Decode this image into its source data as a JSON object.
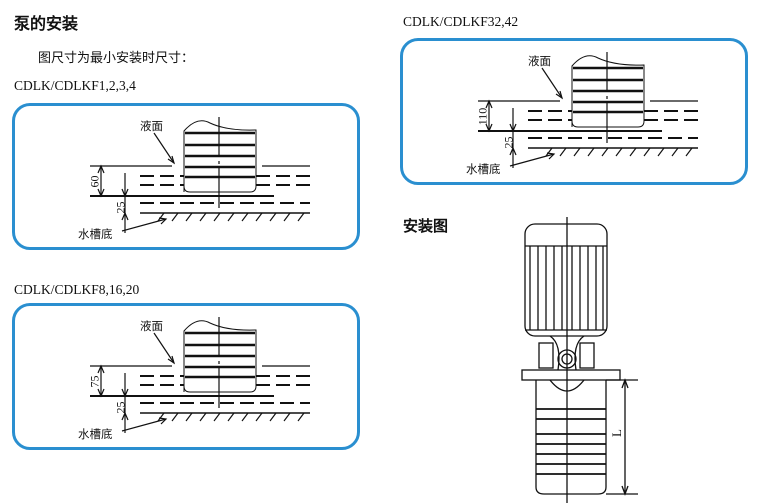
{
  "section_title": "泵的安装",
  "note": "图尺寸为最小安装时尺寸：",
  "panels": [
    {
      "model": "CDLK/CDLKF1,2,3,4",
      "liquid_label": "液面",
      "bottom_label": "水槽底",
      "dim_top": "60",
      "dim_bottom": "25"
    },
    {
      "model": "CDLK/CDLKF8,16,20",
      "liquid_label": "液面",
      "bottom_label": "水槽底",
      "dim_top": "75",
      "dim_bottom": "25"
    },
    {
      "model": "CDLK/CDLKF32,42",
      "liquid_label": "液面",
      "bottom_label": "水槽底",
      "dim_top": "110",
      "dim_bottom": "25"
    }
  ],
  "install_title": "安装图",
  "install_dim_label": "L",
  "colors": {
    "panel_border": "#2a8fd0"
  }
}
